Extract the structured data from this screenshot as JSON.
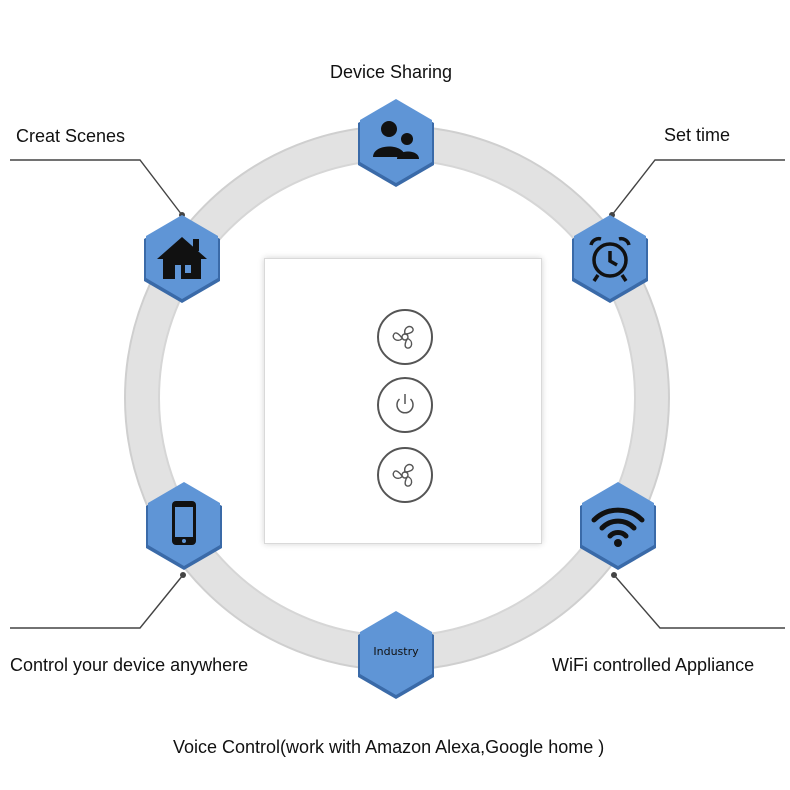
{
  "features": {
    "device_sharing": "Device Sharing",
    "creat_scenes": "Creat Scenes",
    "set_time": "Set time",
    "control_anywhere": "Control your device anywhere",
    "wifi_appliance": "WiFi controlled Appliance",
    "voice_control": "Voice Control(work with Amazon Alexa,Google home )"
  },
  "badges": {
    "industry": "Industry"
  },
  "icons": {
    "sharing": "people-icon",
    "scenes": "house-icon",
    "time": "alarm-clock-icon",
    "anywhere": "smartphone-icon",
    "wifi": "wifi-icon",
    "voice": "industry-badge"
  },
  "colors": {
    "hex_fill": "#5f95d6",
    "hex_shadow": "#3a6aa8",
    "ring": "#e6e6e6",
    "panel": "#ffffff",
    "icon": "#111111"
  },
  "switch_panel": {
    "buttons": [
      "fan-icon",
      "power-icon",
      "fan-icon"
    ]
  }
}
